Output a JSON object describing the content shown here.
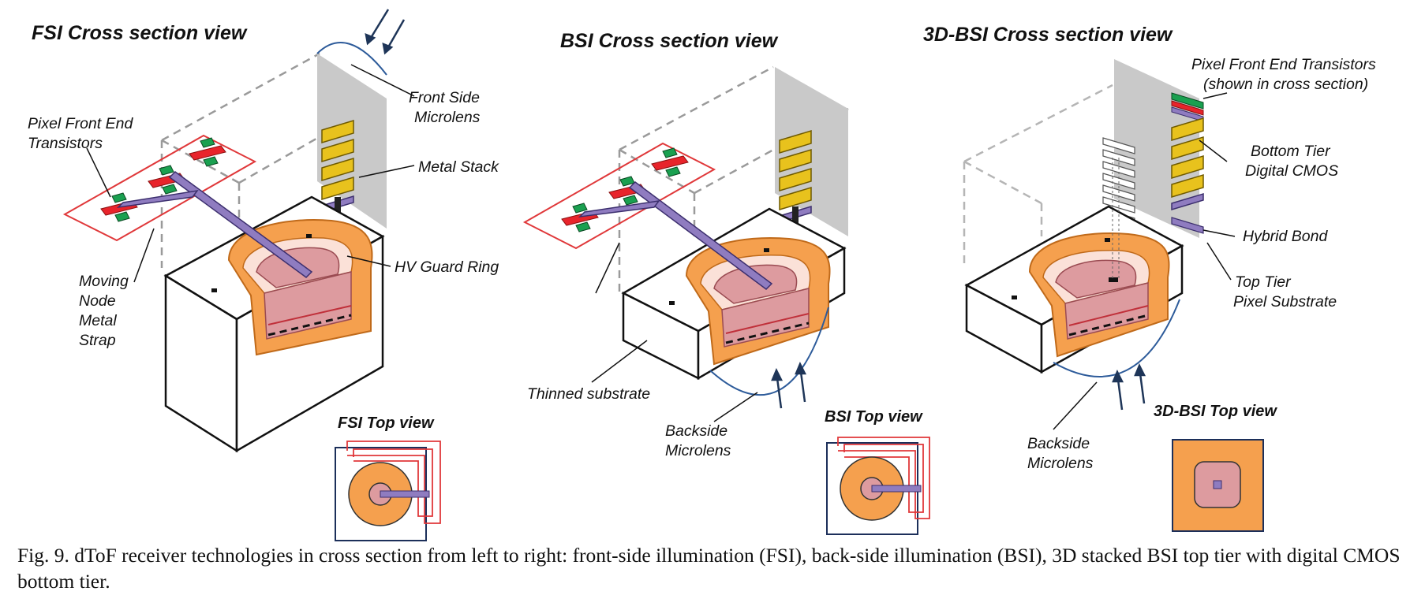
{
  "panels": {
    "fsi": {
      "cross_title": "FSI Cross section view",
      "top_title": "FSI Top view",
      "labels": {
        "transistors_1": "Pixel Front End",
        "transistors_2": "Transistors",
        "microlens_1": "Front Side",
        "microlens_2": "Microlens",
        "metal_stack": "Metal Stack",
        "guard_ring": "HV Guard Ring",
        "strap_1": "Moving",
        "strap_2": "Node",
        "strap_3": "Metal",
        "strap_4": "Strap"
      }
    },
    "bsi": {
      "cross_title": "BSI Cross section view",
      "top_title": "BSI Top view",
      "labels": {
        "thinned": "Thinned substrate",
        "microlens_1": "Backside",
        "microlens_2": "Microlens"
      }
    },
    "bsi3d": {
      "cross_title": "3D-BSI Cross section view",
      "top_title": "3D-BSI Top view",
      "labels": {
        "transistors_1": "Pixel Front End Transistors",
        "transistors_2": "(shown in cross section)",
        "bottom_tier_1": "Bottom Tier",
        "bottom_tier_2": "Digital CMOS",
        "hybrid_bond": "Hybrid Bond",
        "top_tier_1": "Top Tier",
        "top_tier_2": "Pixel Substrate",
        "microlens_1": "Backside",
        "microlens_2": "Microlens"
      }
    }
  },
  "caption": "Fig. 9. dToF receiver technologies in cross section from left to right: front-side illumination (FSI), back-side illumination (BSI),  3D stacked BSI top tier with digital CMOS bottom tier.",
  "colors": {
    "orange": "#f5a04e",
    "pink": "#dd9b9f",
    "metal_yellow": "#e8c21d",
    "strap_purple": "#8f7cc0",
    "transistor_red": "#e8242b",
    "transistor_green": "#1aa050",
    "outline_red": "#e0383a",
    "microlens_blue": "#2d5b9a",
    "arrow_navy": "#1e3558",
    "wall_gray": "#c9c9c9"
  }
}
